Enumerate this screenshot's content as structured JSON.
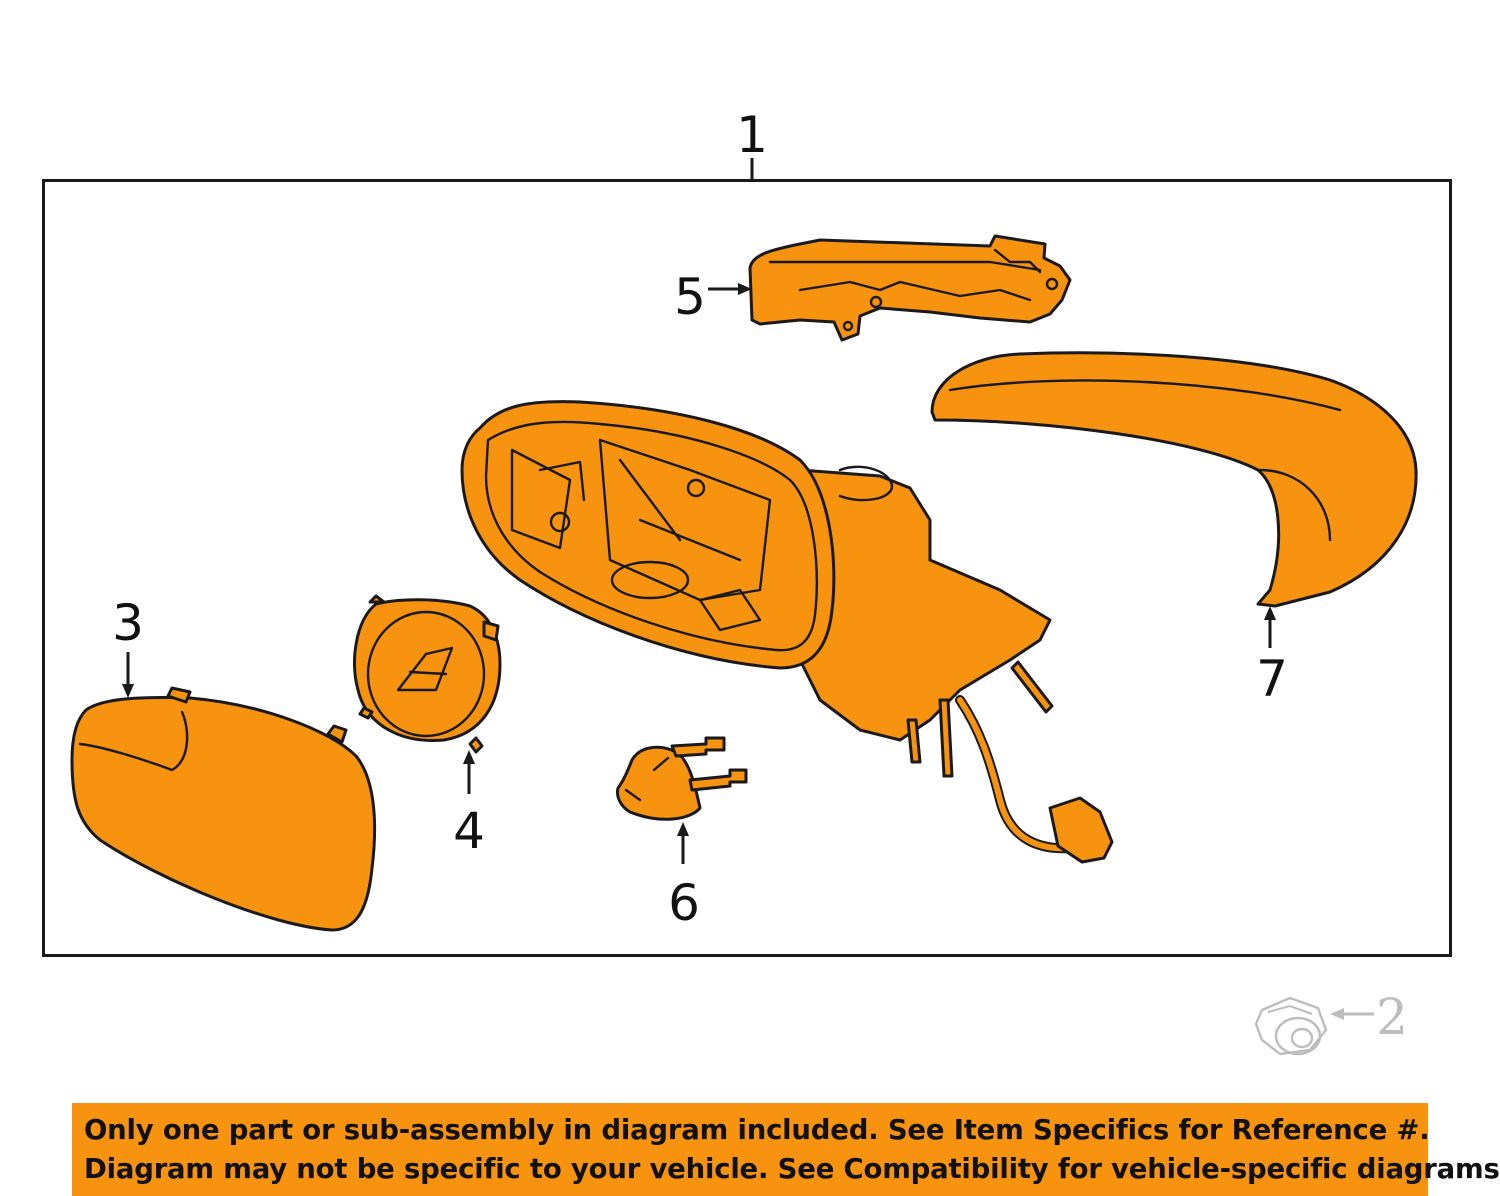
{
  "callouts": {
    "c1": "1",
    "c2": "2",
    "c3": "3",
    "c4": "4",
    "c5": "5",
    "c6": "6",
    "c7": "7"
  },
  "disclaimer": {
    "line1": "Only one part or sub-assembly in diagram included. See Item Specifics for Reference #.",
    "line2": "Diagram may not be specific to your vehicle. See Compatibility for vehicle-specific diagrams."
  },
  "colors": {
    "part_fill": "#f7930f",
    "banner": "#f7930f",
    "outline": "#1a1a1a",
    "faded_part": "#bdbdbd"
  }
}
